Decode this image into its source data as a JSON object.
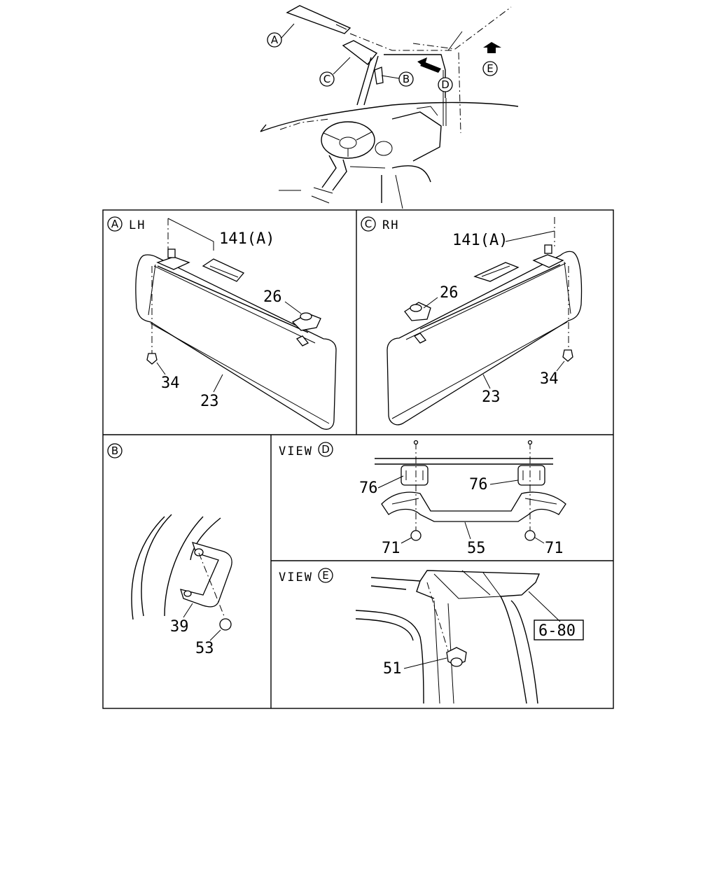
{
  "overview": {
    "callouts": [
      "A",
      "B",
      "C",
      "D",
      "E"
    ]
  },
  "panels": {
    "a": {
      "letter": "A",
      "side": "LH",
      "labels": {
        "p141": "141(A)",
        "p26": "26",
        "p34": "34",
        "p23": "23"
      }
    },
    "c": {
      "letter": "C",
      "side": "RH",
      "labels": {
        "p141": "141(A)",
        "p26": "26",
        "p34": "34",
        "p23": "23"
      }
    },
    "b": {
      "letter": "B",
      "labels": {
        "p39": "39",
        "p53": "53"
      }
    },
    "d": {
      "view_text": "VIEW",
      "letter": "D",
      "labels": {
        "p76_left": "76",
        "p76_right": "76",
        "p71_left": "71",
        "p71_right": "71",
        "p55": "55"
      }
    },
    "e": {
      "view_text": "VIEW",
      "letter": "E",
      "labels": {
        "p51": "51",
        "ref": "6-80"
      }
    }
  }
}
